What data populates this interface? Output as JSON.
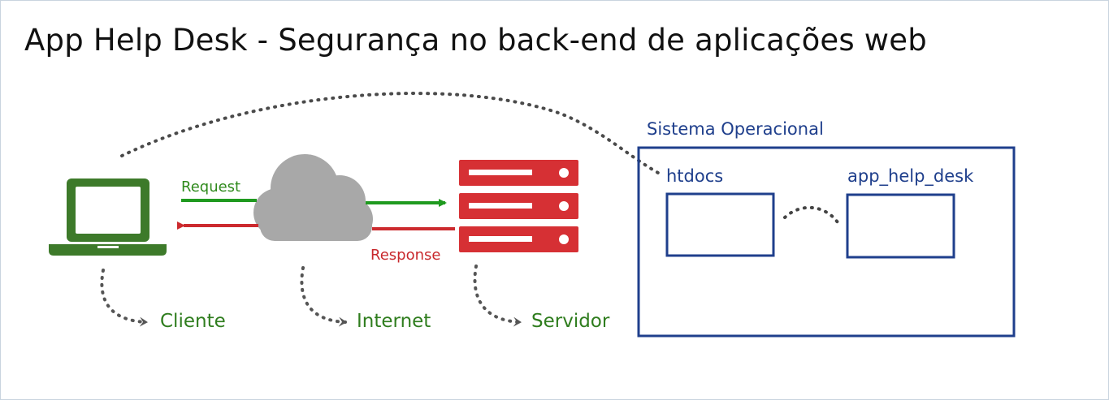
{
  "title": "App Help Desk - Segurança no back-end de aplicações web",
  "labels": {
    "request": "Request",
    "response": "Response",
    "cliente": "Cliente",
    "internet": "Internet",
    "servidor": "Servidor",
    "sistema_operacional": "Sistema Operacional",
    "htdocs": "htdocs",
    "app_help_desk": "app_help_desk"
  },
  "icons": [
    "laptop-icon",
    "cloud-icon",
    "server-icon"
  ],
  "colors": {
    "laptop": "#3d7a2a",
    "request_arrow": "#1f9a1f",
    "response_arrow": "#cc2a2e",
    "cloud": "#a8a8a8",
    "server": "#d63034",
    "os_box": "#1f3f8c",
    "dotted": "#555555",
    "label_green": "#2f7d1e"
  }
}
